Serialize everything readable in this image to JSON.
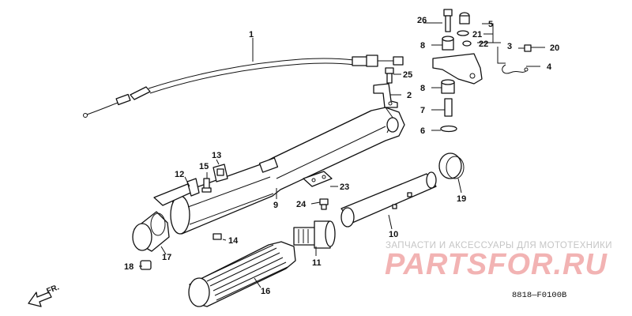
{
  "diagram": {
    "code": "8818—F0100B",
    "direction_label": "FR.",
    "watermark": {
      "caption": "ЗАПЧАСТИ И АКСЕССУАРЫ ДЛЯ МОТОТЕХНИКИ",
      "logo": "PARTSFOR.RU"
    },
    "callouts": [
      "1",
      "2",
      "3",
      "4",
      "5",
      "6",
      "7",
      "8",
      "8",
      "9",
      "10",
      "11",
      "12",
      "13",
      "14",
      "15",
      "16",
      "17",
      "18",
      "19",
      "20",
      "21",
      "22",
      "23",
      "24",
      "25",
      "26"
    ]
  }
}
